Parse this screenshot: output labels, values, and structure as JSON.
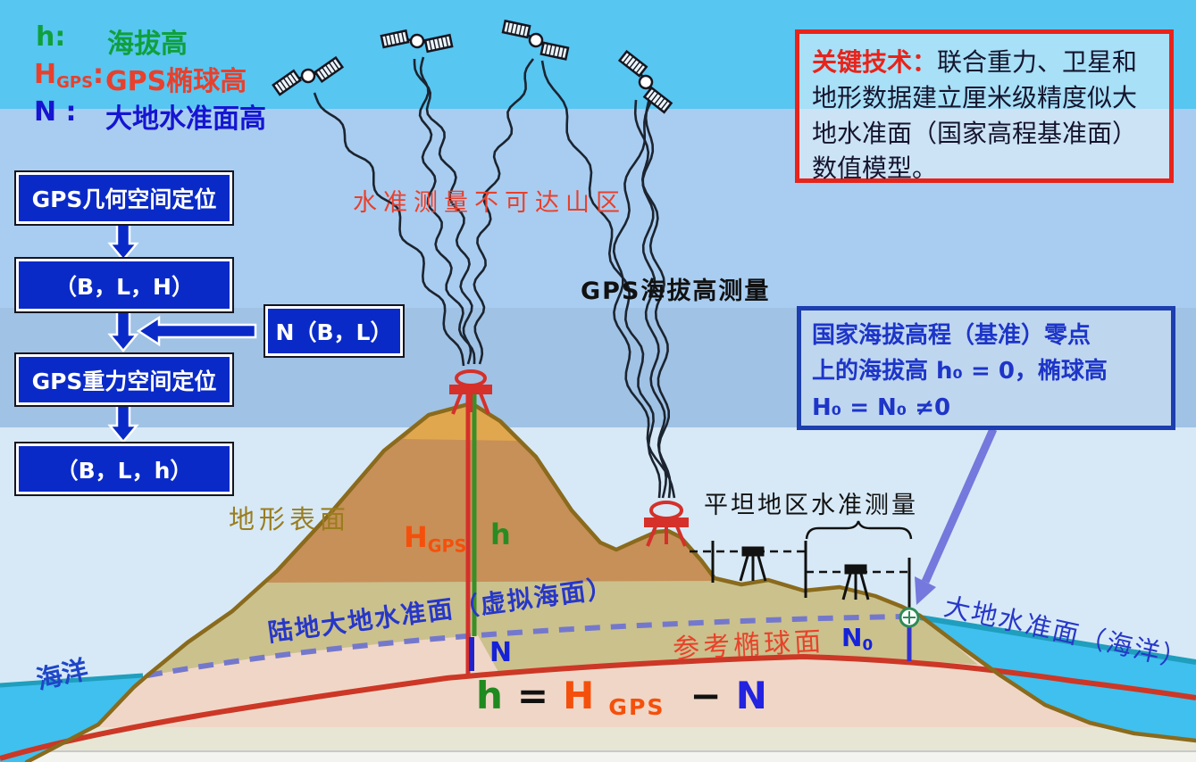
{
  "palette": {
    "sky-top": "#57C6F1",
    "sky-2": "#A9CDF0",
    "sky-3": "#A0C2E5",
    "sky-pale": "#D7E9F6",
    "sea": "#3FC0EE",
    "sea-edge": "#1F9EBE",
    "land-pink": "#F0D6C6",
    "khaki": "#CBC18D",
    "tan": "#C79058",
    "gold": "#E1A74E",
    "outline": "#8A6A1C",
    "ellipsoid-red": "#CC3726",
    "geoid-dash": "#7478CC",
    "flow-blue": "#0A2AC8",
    "box-red": "#E8231A",
    "datum-blue": "#1C3EAE",
    "text-green": "#0FA03C",
    "text-red": "#E8402C",
    "text-blue": "#1515D2",
    "arrow-purple": "#7578DC",
    "receiver-red": "#D5302A",
    "strip-green": "#E7E6D5",
    "strip-white": "#F3F3EF"
  },
  "legend": {
    "rows": [
      {
        "sym": "h:",
        "sub": "",
        "label": "海拔高",
        "color": "#0FA03C"
      },
      {
        "sym": "H",
        "sub": "GPS",
        "colon": ":",
        "label": "GPS椭球高",
        "color": "#E8402C"
      },
      {
        "sym": "N :",
        "sub": "",
        "label": "大地水准面高",
        "color": "#1515D2"
      }
    ]
  },
  "flowchart": {
    "box1": "GPS几何空间定位",
    "box2": "（B，L，H）",
    "box3": "GPS重力空间定位",
    "box4": "（B，L，h）",
    "side_box": "N（B，L）"
  },
  "key_tech_box": {
    "label": "关键技术：",
    "text": "联合重力、卫星和地形数据建立厘米级精度似大地水准面（国家高程基准面）数值模型。"
  },
  "datum_box": {
    "line1": "国家海拔高程（基准）零点",
    "line2": "上的海拔高 h₀ = 0，椭球高",
    "line3": "H₀ = N₀ ≠0"
  },
  "labels": {
    "unreachable_mountain": "水准测量不可达山区",
    "gps_height_measure": "GPS海拔高测量",
    "terrain_surface": "地形表面",
    "hgps_sym": "H",
    "hgps_sub": "GPS",
    "h_sym": "h",
    "land_geoid": "陆地大地水准面（虚拟海面）",
    "n_sym": "N",
    "ref_ellipsoid": "参考椭球面",
    "n0_sym": "N",
    "n0_sub": "0",
    "ocean_geoid": "大地水准面（海洋）",
    "ocean": "海洋",
    "flat_leveling": "平坦地区水准测量"
  },
  "formula": {
    "h": "h",
    "eq": "=",
    "H": "H",
    "H_sub": "GPS",
    "minus": "−",
    "N": "N"
  }
}
